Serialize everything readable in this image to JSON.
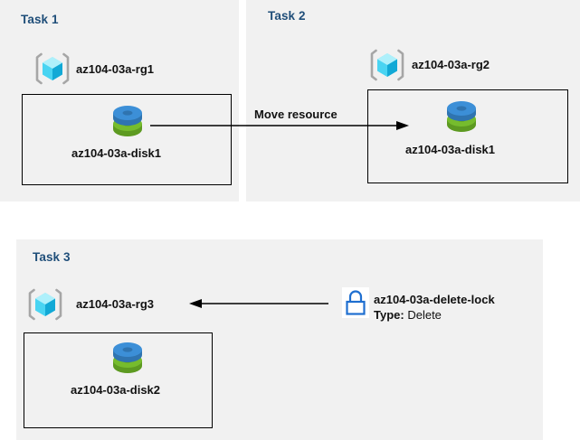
{
  "diagram": {
    "title": "Azure resource group tasks diagram",
    "colors": {
      "panel_background": "#f1f1f1",
      "page_background": "#ffffff",
      "task_heading": "#1f4e79",
      "label_text": "#111111",
      "box_border": "#000000",
      "arrow": "#000000",
      "rg_cube_light": "#7fe3f7",
      "rg_cube_mid": "#35c6ea",
      "rg_cube_dark": "#12a9d6",
      "rg_bracket": "#a6a6a6",
      "disk_blue": "#3c8fd7",
      "disk_blue_dark": "#2f74b0",
      "disk_green": "#76bc2d",
      "disk_green_dark": "#5d9a21",
      "lock_blue": "#1f6fd0"
    }
  },
  "panels": [
    {
      "id": "task1",
      "title": "Task 1",
      "resource_group": {
        "icon": "resource-group-icon",
        "label": "az104-03a-rg1"
      },
      "resource": {
        "icon": "managed-disk-icon",
        "label": "az104-03a-disk1"
      }
    },
    {
      "id": "task2",
      "title": "Task 2",
      "resource_group": {
        "icon": "resource-group-icon",
        "label": "az104-03a-rg2"
      },
      "resource": {
        "icon": "managed-disk-icon",
        "label": "az104-03a-disk1"
      }
    },
    {
      "id": "task3",
      "title": "Task 3",
      "resource_group": {
        "icon": "resource-group-icon",
        "label": "az104-03a-rg3"
      },
      "resource": {
        "icon": "managed-disk-icon",
        "label": "az104-03a-disk2"
      },
      "lock": {
        "icon": "padlock-icon",
        "label": "az104-03a-delete-lock",
        "type_key": "Type:",
        "type_value": "Delete"
      }
    }
  ],
  "connectors": [
    {
      "id": "move-resource",
      "label": "Move resource",
      "direction": "right",
      "from": "az104-03a-disk1 (Task 1)",
      "to": "az104-03a-disk1 (Task 2)"
    },
    {
      "id": "lock-applies-to",
      "label": "",
      "direction": "left",
      "from": "az104-03a-delete-lock",
      "to": "az104-03a-rg3"
    }
  ]
}
